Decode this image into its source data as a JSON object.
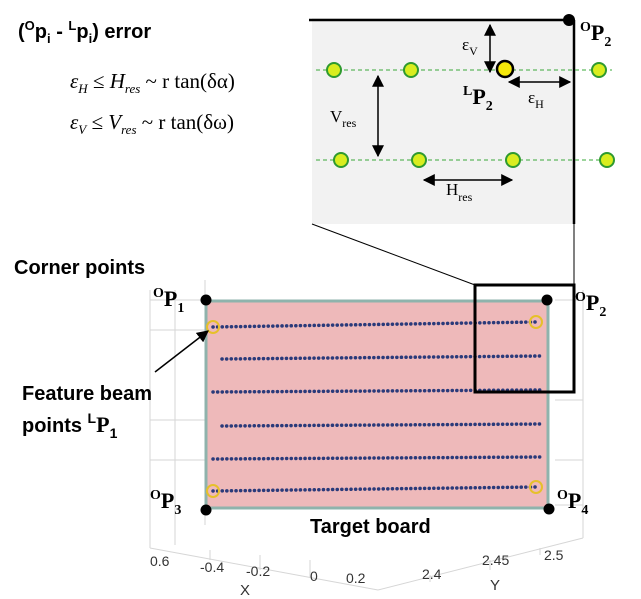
{
  "error_title": {
    "open": "(",
    "sup1": "O",
    "p1": "p",
    "sub1": "i",
    "dash": " - ",
    "sup2": "L",
    "p2": "p",
    "sub2": "i",
    "close": ") error"
  },
  "formulas": {
    "eps_h": {
      "sym": "ε",
      "sub": "H",
      "le": " ≤ ",
      "H": "H",
      "res": "res",
      "rhs": " ~ r tan(δα)"
    },
    "eps_v": {
      "sym": "ε",
      "sub": "V",
      "le": " ≤ ",
      "V": "V",
      "res": "res",
      "rhs": " ~ r tan(δω)"
    }
  },
  "inset": {
    "eps_v_label": {
      "base": "ε",
      "sub": "V"
    },
    "eps_h_label": {
      "base": "ε",
      "sub": "H"
    },
    "v_res": {
      "base": "V",
      "sub": "res"
    },
    "h_res": {
      "base": "H",
      "sub": "res"
    },
    "lp2": {
      "sup": "L",
      "base": "P",
      "sub": "2"
    },
    "op2": {
      "sup": "O",
      "base": "P",
      "sub": "2"
    }
  },
  "labels": {
    "corner_points": "Corner points",
    "feature_line1": "Feature beam",
    "feature_line2": "points ",
    "feature_sup": "L",
    "feature_base": "P",
    "feature_sub": "1",
    "target_board": "Target board",
    "op1": {
      "sup": "O",
      "base": "P",
      "sub": "1"
    },
    "op2": {
      "sup": "O",
      "base": "P",
      "sub": "2"
    },
    "op3": {
      "sup": "O",
      "base": "P",
      "sub": "3"
    },
    "op4": {
      "sup": "O",
      "base": "P",
      "sub": "4"
    }
  },
  "axes": {
    "x_ticks": [
      "0.6",
      "-0.4",
      "-0.2",
      "0",
      "0.2"
    ],
    "y_ticks": [
      "2.4",
      "2.45",
      "2.5"
    ],
    "x_label": "X",
    "y_label": "Y"
  },
  "colors": {
    "board_fill": "#eeb9ba",
    "board_edge": "#8fb3ac",
    "inset_bg": "#f2f2f2",
    "marker_fill": "#d9ed1f",
    "marker_edge": "#2f9a2f",
    "dash_line": "#3aa83a",
    "beam_dot": "#2a3a7a",
    "corner_circle": "#e6c02a"
  }
}
